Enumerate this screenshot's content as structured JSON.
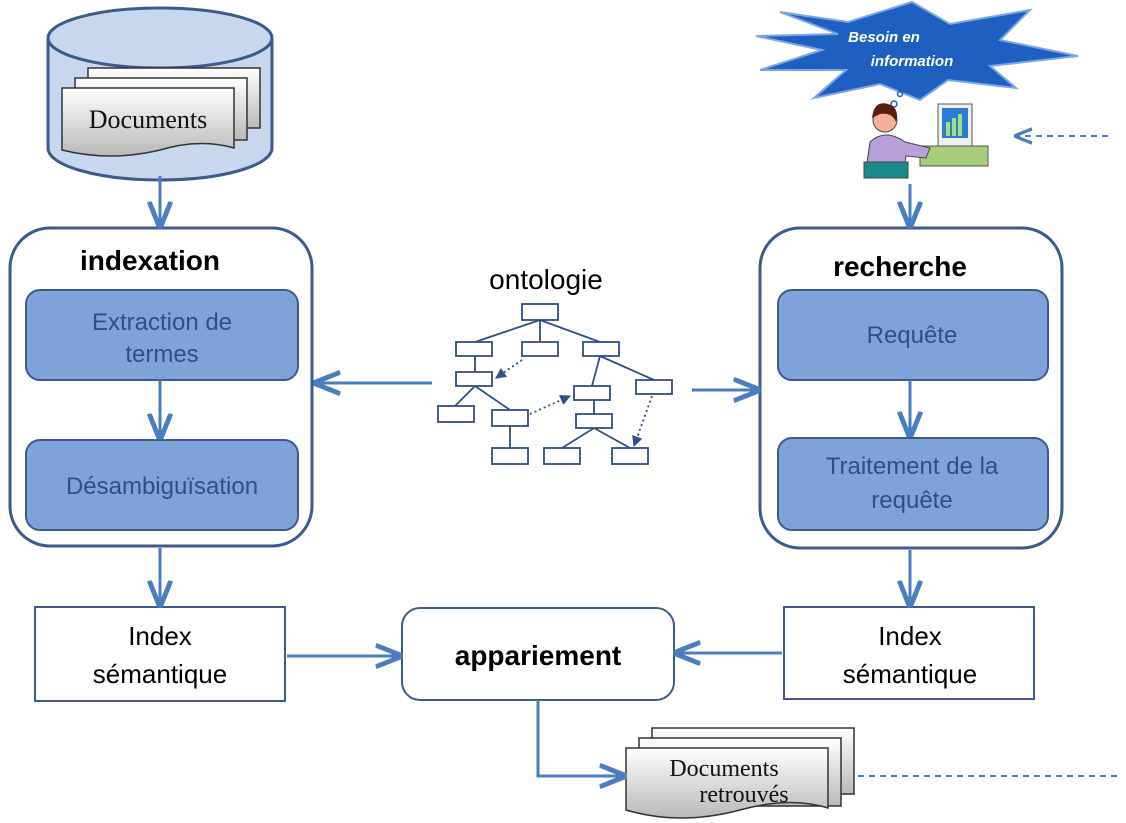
{
  "documents": {
    "label": "Documents"
  },
  "need": {
    "line1": "Besoin en",
    "line2": "information"
  },
  "indexation": {
    "title": "indexation",
    "step1_line1": "Extraction de",
    "step1_line2": "termes",
    "step2": "Désambiguïsation"
  },
  "recherche": {
    "title": "recherche",
    "step1": "Requête",
    "step2_line1": "Traitement de la",
    "step2_line2": "requête"
  },
  "ontology": {
    "label": "ontologie"
  },
  "index_left": {
    "line1": "Index",
    "line2": "sémantique"
  },
  "index_right": {
    "line1": "Index",
    "line2": "sémantique"
  },
  "matching": {
    "label": "appariement"
  },
  "retrieved": {
    "line1": "Documents",
    "line2": "retrouvés"
  },
  "colors": {
    "stroke": "#3d5a8c",
    "arrow": "#4a7cc0",
    "cylinder_fill": "#c9d7ee",
    "step_fill": "#7fa3d8",
    "step_text": "#2f4f86",
    "star_fill": "#1f5fbf"
  }
}
